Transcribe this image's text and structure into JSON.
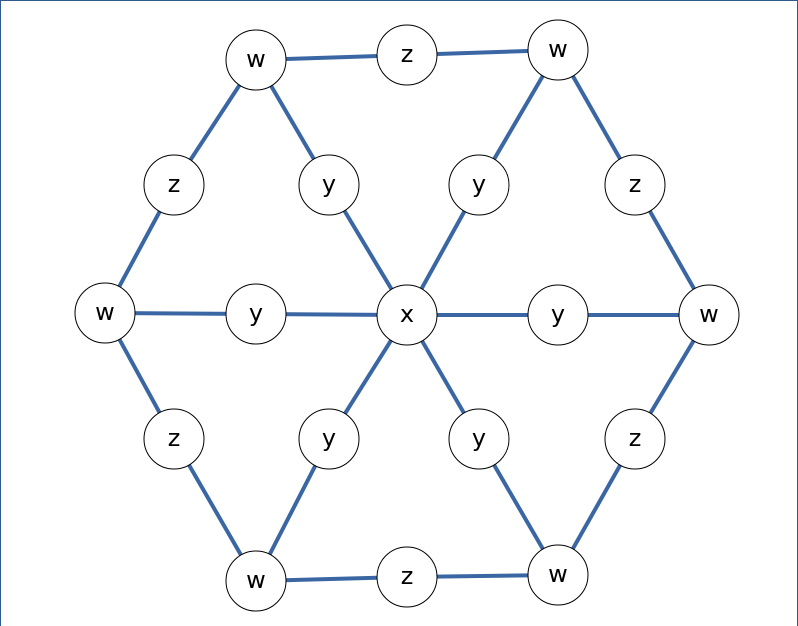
{
  "diagram": {
    "edge_color": "#3a67a3",
    "node_fill": "#ffffff",
    "node_stroke": "#000000",
    "nodes": [
      {
        "id": "w_top_left",
        "label": "w"
      },
      {
        "id": "z_top",
        "label": "z"
      },
      {
        "id": "w_top_right",
        "label": "w"
      },
      {
        "id": "z_upper_left",
        "label": "z"
      },
      {
        "id": "y_upper_left",
        "label": "y"
      },
      {
        "id": "y_upper_right",
        "label": "y"
      },
      {
        "id": "z_upper_right",
        "label": "z"
      },
      {
        "id": "w_left",
        "label": "w"
      },
      {
        "id": "y_left",
        "label": "y"
      },
      {
        "id": "x_center",
        "label": "x"
      },
      {
        "id": "y_right",
        "label": "y"
      },
      {
        "id": "w_right",
        "label": "w"
      },
      {
        "id": "z_lower_left",
        "label": "z"
      },
      {
        "id": "y_lower_left",
        "label": "y"
      },
      {
        "id": "y_lower_right",
        "label": "y"
      },
      {
        "id": "z_lower_right",
        "label": "z"
      },
      {
        "id": "w_bottom_left",
        "label": "w"
      },
      {
        "id": "z_bottom",
        "label": "z"
      },
      {
        "id": "w_bottom_right",
        "label": "w"
      }
    ],
    "edges": [
      [
        "w_top_left",
        "z_top"
      ],
      [
        "z_top",
        "w_top_right"
      ],
      [
        "w_top_left",
        "z_upper_left"
      ],
      [
        "z_upper_left",
        "w_left"
      ],
      [
        "w_top_left",
        "y_upper_left"
      ],
      [
        "y_upper_left",
        "x_center"
      ],
      [
        "w_top_right",
        "y_upper_right"
      ],
      [
        "y_upper_right",
        "x_center"
      ],
      [
        "w_top_right",
        "z_upper_right"
      ],
      [
        "z_upper_right",
        "w_right"
      ],
      [
        "w_left",
        "y_left"
      ],
      [
        "y_left",
        "x_center"
      ],
      [
        "x_center",
        "y_right"
      ],
      [
        "y_right",
        "w_right"
      ],
      [
        "w_left",
        "z_lower_left"
      ],
      [
        "z_lower_left",
        "w_bottom_left"
      ],
      [
        "x_center",
        "y_lower_left"
      ],
      [
        "y_lower_left",
        "w_bottom_left"
      ],
      [
        "x_center",
        "y_lower_right"
      ],
      [
        "y_lower_right",
        "w_bottom_right"
      ],
      [
        "w_right",
        "z_lower_right"
      ],
      [
        "z_lower_right",
        "w_bottom_right"
      ],
      [
        "w_bottom_left",
        "z_bottom"
      ],
      [
        "z_bottom",
        "w_bottom_right"
      ]
    ]
  }
}
